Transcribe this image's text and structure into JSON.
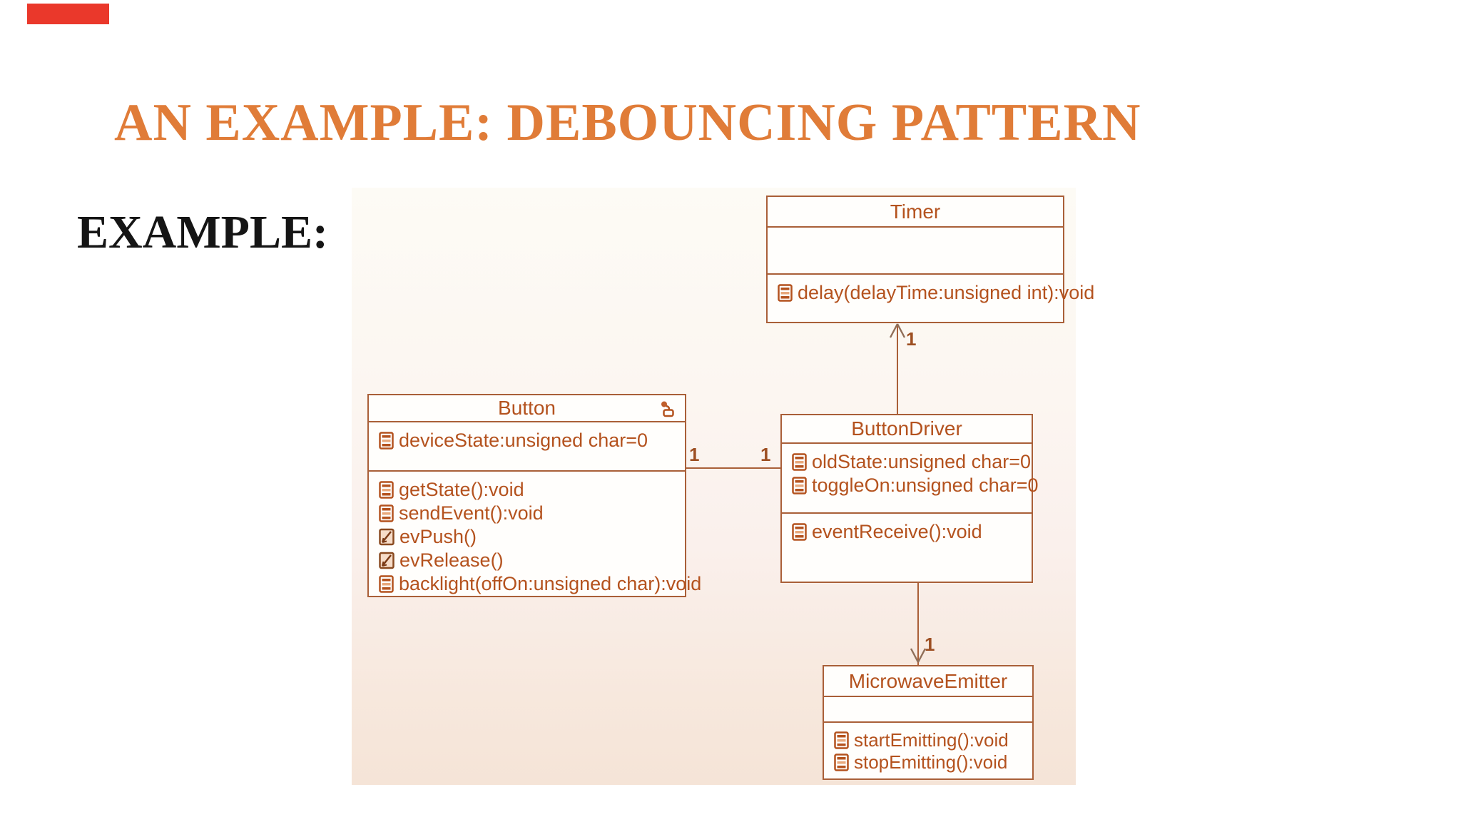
{
  "slide": {
    "accent_bar_color": "#ea382b",
    "title": "AN EXAMPLE: DEBOUNCING PATTERN",
    "title_color": "#e07c38",
    "example_label": "EXAMPLE:"
  },
  "diagram": {
    "type": "uml-class-diagram",
    "line_color": "#a95f38",
    "text_color": "#b4521e",
    "classes": {
      "timer": {
        "name": "Timer",
        "attributes": [],
        "operations": [
          {
            "icon": "method-icon",
            "label": "delay(delayTime:unsigned int):void"
          }
        ]
      },
      "button": {
        "name": "Button",
        "corner_icon": "active-object-icon",
        "attributes": [
          {
            "icon": "attribute-icon",
            "label": "deviceState:unsigned char=0"
          }
        ],
        "operations": [
          {
            "icon": "method-icon",
            "label": "getState():void"
          },
          {
            "icon": "method-icon",
            "label": "sendEvent():void"
          },
          {
            "icon": "event-icon",
            "label": "evPush()"
          },
          {
            "icon": "event-icon",
            "label": "evRelease()"
          },
          {
            "icon": "method-icon",
            "label": "backlight(offOn:unsigned char):void"
          }
        ]
      },
      "button_driver": {
        "name": "ButtonDriver",
        "attributes": [
          {
            "icon": "attribute-icon",
            "label": "oldState:unsigned char=0"
          },
          {
            "icon": "attribute-icon",
            "label": "toggleOn:unsigned char=0"
          }
        ],
        "operations": [
          {
            "icon": "method-icon",
            "label": "eventReceive():void"
          }
        ]
      },
      "microwave_emitter": {
        "name": "MicrowaveEmitter",
        "attributes": [],
        "operations": [
          {
            "icon": "method-icon",
            "label": "startEmitting():void"
          },
          {
            "icon": "method-icon",
            "label": "stopEmitting():void"
          }
        ]
      }
    },
    "associations": [
      {
        "from": "Button",
        "to": "ButtonDriver",
        "from_multiplicity": "1",
        "to_multiplicity": "1"
      },
      {
        "from": "ButtonDriver",
        "to": "Timer",
        "to_multiplicity": "1",
        "arrow": "open"
      },
      {
        "from": "ButtonDriver",
        "to": "MicrowaveEmitter",
        "to_multiplicity": "1",
        "arrow": "open"
      }
    ]
  }
}
